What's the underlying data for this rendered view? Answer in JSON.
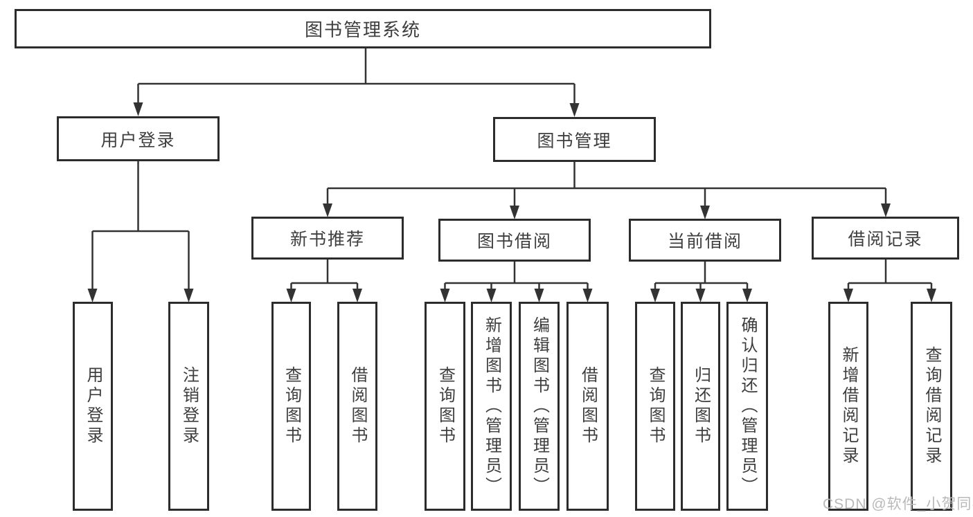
{
  "diagram": {
    "type": "hierarchy-tree",
    "root": {
      "label": "图书管理系统"
    },
    "level2": [
      {
        "label": "用户登录"
      },
      {
        "label": "图书管理"
      }
    ],
    "level3": [
      {
        "label": "新书推荐",
        "parent": "图书管理"
      },
      {
        "label": "图书借阅",
        "parent": "图书管理"
      },
      {
        "label": "当前借阅",
        "parent": "图书管理"
      },
      {
        "label": "借阅记录",
        "parent": "图书管理"
      }
    ],
    "level4": [
      {
        "label": "用户登录",
        "parent": "用户登录"
      },
      {
        "label": "注销登录",
        "parent": "用户登录"
      },
      {
        "label": "查询图书",
        "parent": "新书推荐"
      },
      {
        "label": "借阅图书",
        "parent": "新书推荐"
      },
      {
        "label": "查询图书",
        "parent": "图书借阅"
      },
      {
        "label": "新增图书（管理员）",
        "parent": "图书借阅"
      },
      {
        "label": "编辑图书（管理员）",
        "parent": "图书借阅"
      },
      {
        "label": "借阅图书",
        "parent": "图书借阅"
      },
      {
        "label": "查询图书",
        "parent": "当前借阅"
      },
      {
        "label": "归还图书",
        "parent": "当前借阅"
      },
      {
        "label": "确认归还（管理员）",
        "parent": "当前借阅"
      },
      {
        "label": "新增借阅记录",
        "parent": "借阅记录"
      },
      {
        "label": "查询借阅记录",
        "parent": "借阅记录"
      }
    ]
  },
  "watermark": {
    "text": "CSDN @软件_小贺同学"
  },
  "colors": {
    "line": "#333333",
    "box_border": "#2c2c2c",
    "text": "#3e3e3e",
    "watermark": "#b9b9b9",
    "background": "#ffffff"
  }
}
